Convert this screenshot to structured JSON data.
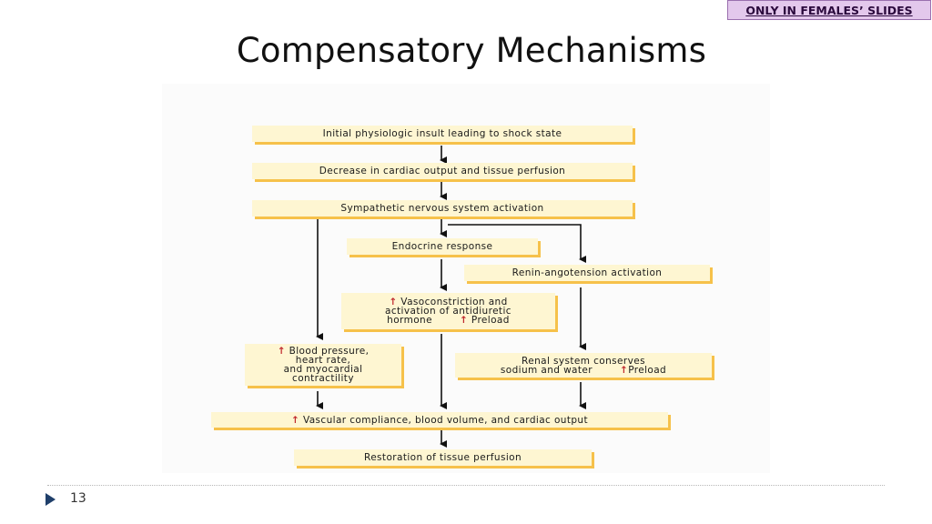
{
  "badge": "ONLY IN FEMALES’ SLIDES",
  "title": "Compensatory Mechanisms",
  "page_number": "13",
  "arrow_glyph": "↑",
  "boxes": {
    "insult": "Initial physiologic insult leading to shock state",
    "decrease": "Decrease in cardiac output and tissue perfusion",
    "sympathetic": "Sympathetic nervous system activation",
    "endocrine": "Endocrine response",
    "renin": "Renin-angotension activation",
    "vaso_l1": "Vasoconstriction and",
    "vaso_l2": "activation of antidiuretic",
    "vaso_l3": "hormone",
    "vaso_l3b": "Preload",
    "bp_l1": "Blood pressure,",
    "bp_l2": "heart rate,",
    "bp_l3": "and myocardial",
    "bp_l4": "contractility",
    "renal_l1": "Renal system conserves",
    "renal_l2": "sodium and water",
    "renal_l2b": "Preload",
    "vascular": "Vascular compliance, blood volume, and cardiac output",
    "restoration": "Restoration of tissue perfusion"
  }
}
